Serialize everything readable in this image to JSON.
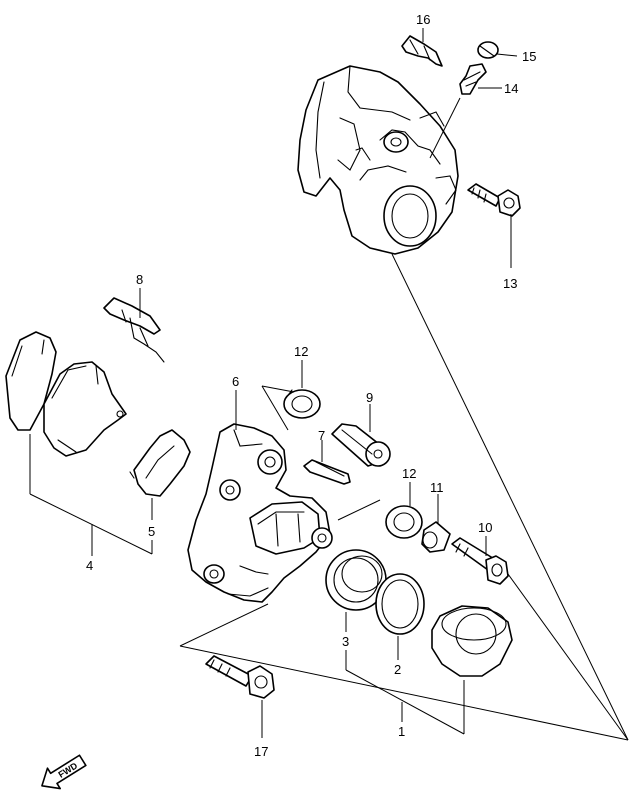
{
  "diagram": {
    "callouts": [
      {
        "id": "callout-1",
        "text": "1"
      },
      {
        "id": "callout-2",
        "text": "2"
      },
      {
        "id": "callout-3",
        "text": "3"
      },
      {
        "id": "callout-4",
        "text": "4"
      },
      {
        "id": "callout-5",
        "text": "5"
      },
      {
        "id": "callout-6",
        "text": "6"
      },
      {
        "id": "callout-7",
        "text": "7"
      },
      {
        "id": "callout-8",
        "text": "8"
      },
      {
        "id": "callout-9",
        "text": "9"
      },
      {
        "id": "callout-10",
        "text": "10"
      },
      {
        "id": "callout-11",
        "text": "11"
      },
      {
        "id": "callout-12a",
        "text": "12"
      },
      {
        "id": "callout-12b",
        "text": "12"
      },
      {
        "id": "callout-13",
        "text": "13"
      },
      {
        "id": "callout-14",
        "text": "14"
      },
      {
        "id": "callout-15",
        "text": "15"
      },
      {
        "id": "callout-16",
        "text": "16"
      },
      {
        "id": "callout-17",
        "text": "17"
      }
    ],
    "direction_marker": {
      "text": "FWD"
    },
    "colors": {
      "line": "#000000",
      "background": "#ffffff"
    }
  }
}
